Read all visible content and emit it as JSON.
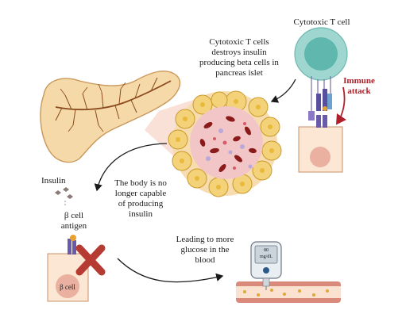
{
  "labels": {
    "t_cell": "Cytotoxic T cell",
    "destroy_1": "Cytotoxic T cells",
    "destroy_2": "destroys insulin",
    "destroy_3": "producing beta cells in",
    "destroy_4": "pancreas islet",
    "immune_1": "Immune",
    "immune_2": "attack",
    "body_1": "The body is no",
    "body_2": "longer capable",
    "body_3": "of producing",
    "body_4": "insulin",
    "insulin": "Insulin",
    "antigen_1": "β cell",
    "antigen_2": "antigen",
    "beta_cell": "β cell",
    "glucose_1": "Leading to more",
    "glucose_2": "glucose in the",
    "glucose_3": "blood",
    "meter_1": "80",
    "meter_2": "mg/dL"
  },
  "colors": {
    "pancreas": "#f5d9a8",
    "pancreas_edge": "#c9985a",
    "vessel": "#8a4a1c",
    "t_cell_outer": "#9fd6cf",
    "t_cell_inner": "#5fb7ad",
    "beta_cell_bg": "#fbe7d3",
    "beta_cell_edge": "#c8906a",
    "beta_nucleus": "#eab1a0",
    "arrow_red": "#b0202a",
    "cross": "#b53b33",
    "islet_cell": "#f3d27a",
    "islet_pink": "#f2c6c6",
    "rbc": "#8b1a1a"
  }
}
